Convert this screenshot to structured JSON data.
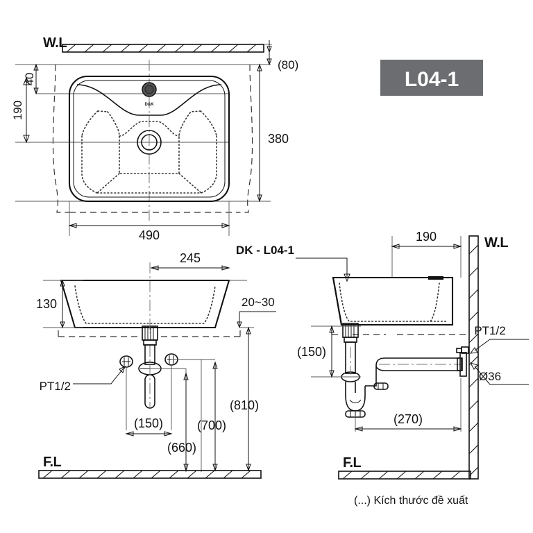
{
  "drawing": {
    "title_tag": "L04-1",
    "product_label": "DK - L04-1",
    "footnote": "(...) Kích thước đề xuất"
  },
  "levels": {
    "wl_top": "W.L",
    "wl_right": "W.L",
    "fl_left": "F.L",
    "fl_right": "F.L"
  },
  "top_view": {
    "dim_40": "40",
    "dim_190": "190",
    "dim_80": "(80)",
    "dim_380": "380",
    "dim_490": "490",
    "brand_mark": "D&K"
  },
  "front_view": {
    "dim_245": "245",
    "dim_130": "130",
    "dim_20_30": "20~30",
    "dim_150": "(150)",
    "dim_660": "(660)",
    "dim_700": "(700)",
    "dim_810": "(810)",
    "label_pt": "PT1/2"
  },
  "side_view": {
    "dim_190": "190",
    "dim_150": "(150)",
    "dim_270": "(270)",
    "label_pt": "PT1/2",
    "label_dia": "Ø36"
  },
  "colors": {
    "tag_background": "#6b6d70",
    "tag_text": "#ffffff",
    "line": "#111111",
    "extension_line": "#555555",
    "center_line": "#777777",
    "paper": "#ffffff"
  }
}
